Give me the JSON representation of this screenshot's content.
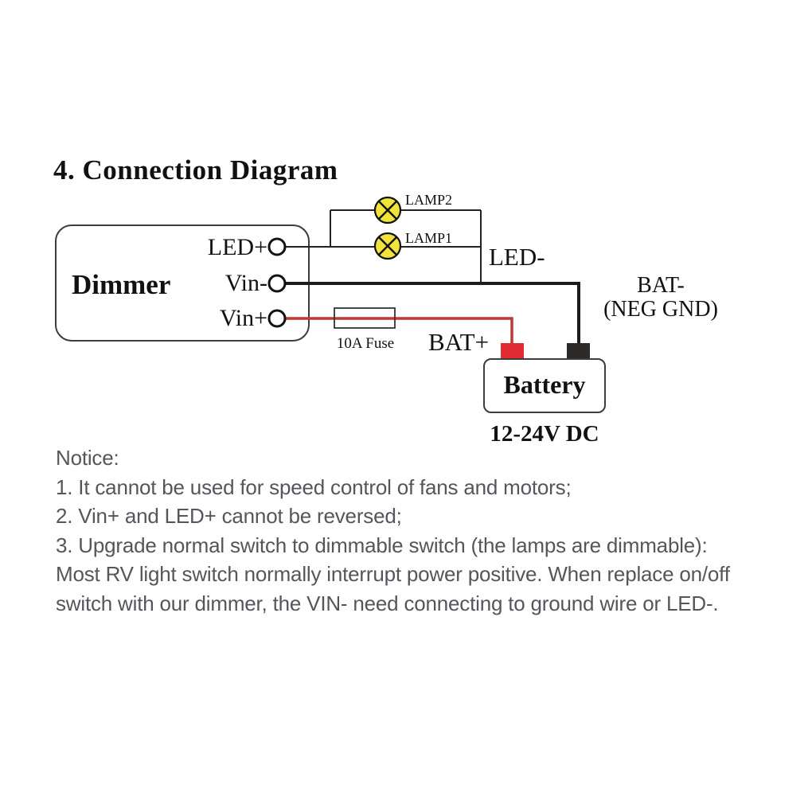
{
  "title": "4. Connection Diagram",
  "diagram": {
    "dimmer": {
      "label": "Dimmer",
      "terminals": [
        {
          "label": "LED+"
        },
        {
          "label": "Vin-"
        },
        {
          "label": "Vin+"
        }
      ]
    },
    "lamps": [
      {
        "label": "LAMP2"
      },
      {
        "label": "LAMP1"
      }
    ],
    "fuse_label": "10A Fuse",
    "led_minus_label": "LED-",
    "bat_plus_label": "BAT+",
    "bat_minus_label_line1": "BAT-",
    "bat_minus_label_line2": "(NEG GND)",
    "battery": {
      "label": "Battery",
      "voltage": "12-24V DC"
    },
    "colors": {
      "lamp_fill": "#f2e23c",
      "positive_wire": "#bb3a36",
      "negative_wire": "#1c1c1c",
      "positive_terminal": "#e02b33",
      "negative_terminal": "#2d2a2a",
      "outline": "#3c3c3c"
    }
  },
  "notice": {
    "heading": "Notice:",
    "lines": [
      "1. It cannot be used for speed control of fans and motors;",
      "2. Vin+ and LED+ cannot be reversed;",
      "3. Upgrade normal switch to dimmable switch (the lamps are dimmable):",
      "Most RV light switch normally interrupt power positive. When replace on/off",
      "switch with our dimmer, the VIN- need connecting to ground wire or LED-."
    ]
  }
}
